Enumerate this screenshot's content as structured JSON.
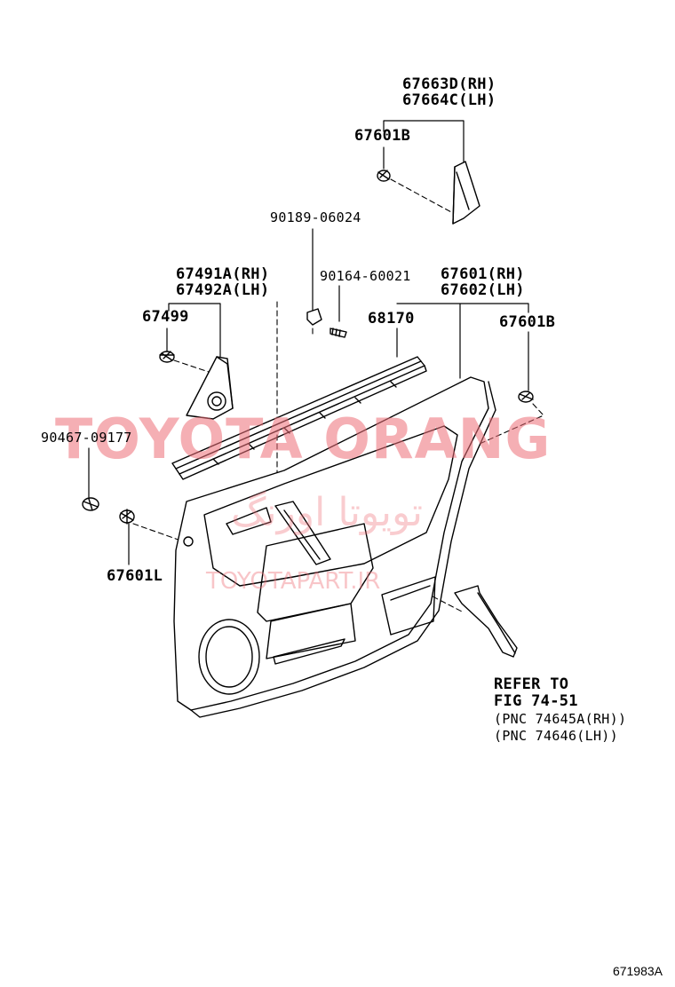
{
  "labels": {
    "p67663d": "67663D(RH)",
    "p67664c": "67664C(LH)",
    "p67601b_top": "67601B",
    "p90189": "90189-06024",
    "p67491a": "67491A(RH)",
    "p67492a": "67492A(LH)",
    "p90164": "90164-60021",
    "p67601rh": "67601(RH)",
    "p67602lh": "67602(LH)",
    "p67499": "67499",
    "p68170": "68170",
    "p67601b_right": "67601B",
    "p90467": "90467-09177",
    "p67601l": "67601L",
    "refer1": "REFER TO",
    "refer2": "FIG 74-51",
    "refer3": "(PNC 74645A(RH))",
    "refer4": "(PNC 74646(LH))"
  },
  "watermark": {
    "main": "TOYOTA ORANG",
    "persian": "تویوتا اورنگ",
    "site": "TOYOTAPART.IR",
    "color": "#ee6f78"
  },
  "figure_code": "671983A"
}
